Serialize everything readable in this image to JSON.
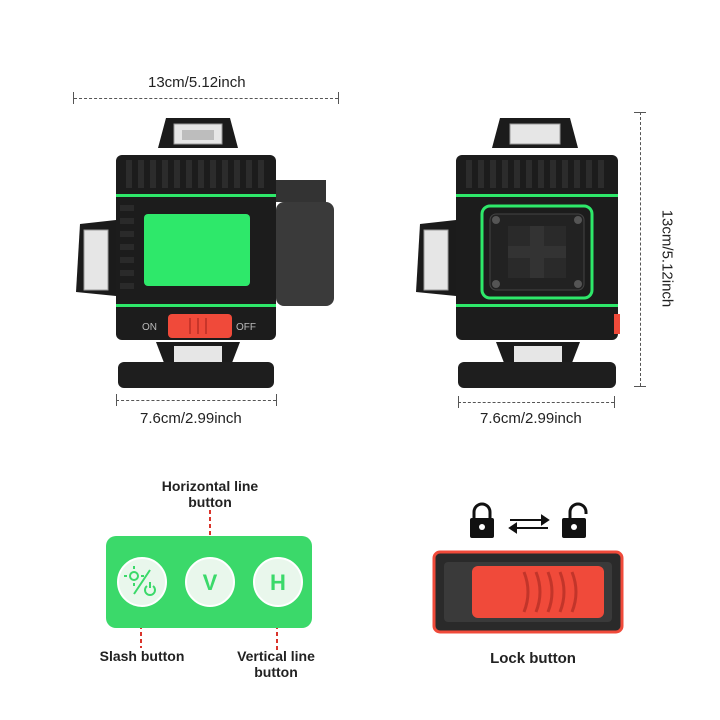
{
  "dimensions": {
    "top_width": "13cm/5.12inch",
    "left_depth": "7.6cm/2.99inch",
    "right_depth": "7.6cm/2.99inch",
    "height": "13cm/5.12inch"
  },
  "device_left": {
    "switch_on": "ON",
    "switch_off": "OFF"
  },
  "control_panel": {
    "button_v": "V",
    "button_h": "H",
    "label_horizontal_line": "Horizontal line\nbutton",
    "label_slash": "Slash button",
    "label_vertical_line": "Vertical line\nbutton"
  },
  "lock": {
    "label": "Lock button"
  },
  "colors": {
    "laser_green": "#2ee86a",
    "panel_green": "#3bd96a",
    "body_black": "#1b1b1b",
    "switch_red": "#f04a3a",
    "dash_red": "#d9342b"
  }
}
